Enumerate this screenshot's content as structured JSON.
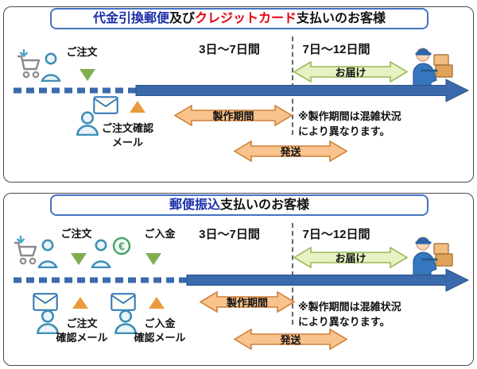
{
  "colors": {
    "timeline_blue": "#3A6AAC",
    "title_blue": "#1B2FA8",
    "title_red": "#E60012",
    "arrow_orange_fill": "#F8C38C",
    "arrow_orange_border": "#D08038",
    "arrow_green_fill": "#E6F2C2",
    "arrow_green_border": "#97BA55",
    "triangle_green": "#7FAE4E",
    "triangle_orange": "#E89C3C"
  },
  "panel1": {
    "title_part1": "代金引換郵便",
    "title_part2": "及び",
    "title_part3": "クレジットカード",
    "title_part4": "支払いのお客様",
    "order_label": "ご注文",
    "period1": "3日～7日間",
    "period2": "7日～12日間",
    "delivery_arrow": "お届け",
    "mail_label_line1": "ご注文確認",
    "mail_label_line2": "メール",
    "production_arrow": "製作期間",
    "shipping_arrow": "発送",
    "note_line1": "※製作期間は混雑状況",
    "note_line2": "により異なります。"
  },
  "panel2": {
    "title_part1": "郵便振込",
    "title_part2": "支払いのお客様",
    "order_label": "ご注文",
    "payment_label": "ご入金",
    "period1": "3日～7日間",
    "period2": "7日～12日間",
    "delivery_arrow": "お届け",
    "order_mail_line1": "ご注文",
    "order_mail_line2": "確認メール",
    "payment_mail_line1": "ご入金",
    "payment_mail_line2": "確認メール",
    "production_arrow": "製作期間",
    "shipping_arrow": "発送",
    "note_line1": "※製作期間は混雑状況",
    "note_line2": "により異なります。"
  },
  "icons": {
    "cart_person": "cart-with-person-icon",
    "person": "person-icon",
    "envelope": "envelope-icon",
    "euro_coin": "euro-coin-icon",
    "courier": "delivery-courier-icon",
    "event_marker": "green-down-triangle",
    "mail_marker": "orange-up-triangle"
  }
}
